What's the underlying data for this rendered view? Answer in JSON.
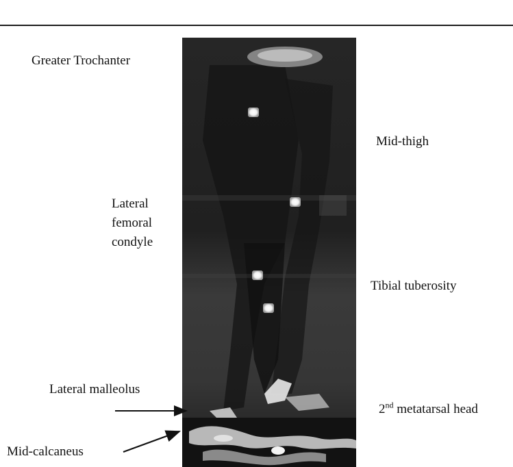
{
  "labels": {
    "greater_trochanter": "Greater Trochanter",
    "mid_thigh": "Mid-thigh",
    "lateral_femoral_condyle": "Lateral femoral condyle",
    "tibial_tuberosity": "Tibial tuberosity",
    "lateral_malleolus": "Lateral malleolus",
    "metatarsal_prefix": "2",
    "metatarsal_superscript": "nd",
    "metatarsal_suffix": " metatarsal head",
    "mid_calcaneus": "Mid-calcaneus"
  }
}
